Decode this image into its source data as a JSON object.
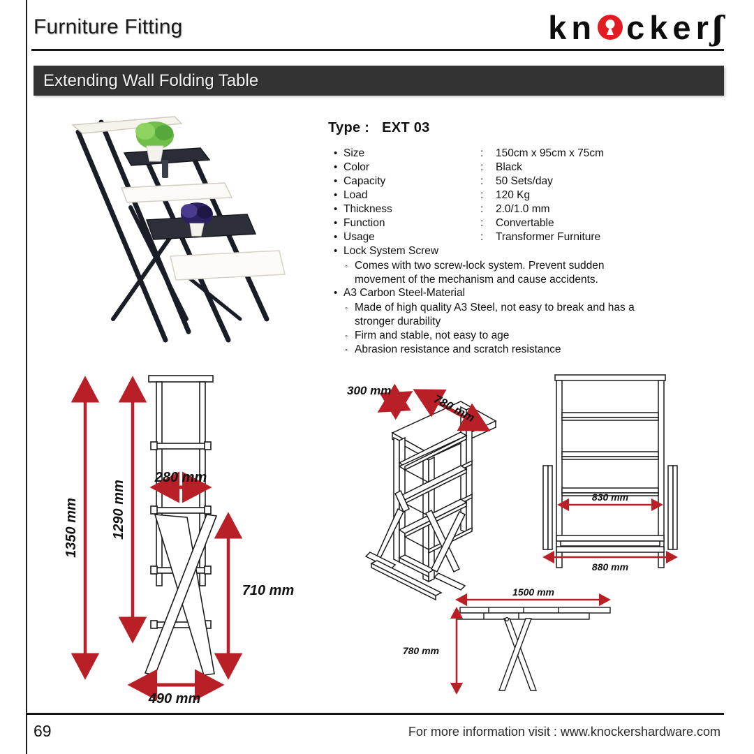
{
  "header": {
    "title": "Furniture Fitting",
    "logo": {
      "part1": "kn",
      "o_icon": "keyhole-circle",
      "part2": "cker",
      "tail": "ʃ",
      "brand_color": "#E11B22"
    }
  },
  "product_bar": {
    "title": "Extending Wall Folding Table",
    "bg_color": "#333333"
  },
  "photo": {
    "alt": "black folding wall table with four shelves and two potted plants"
  },
  "spec": {
    "type_label": "Type :",
    "type_value": "EXT 03",
    "rows": [
      {
        "key": "Size",
        "sep": ":",
        "value": "150cm x 95cm x 75cm"
      },
      {
        "key": "Color",
        "sep": ":",
        "value": "Black"
      },
      {
        "key": "Capacity",
        "sep": ":",
        "value": "50 Sets/day"
      },
      {
        "key": "Load",
        "sep": ":",
        "value": "120 Kg"
      },
      {
        "key": "Thickness",
        "sep": ":",
        "value": "2.0/1.0 mm"
      },
      {
        "key": "Function",
        "sep": ":",
        "value": "Convertable"
      },
      {
        "key": "Usage",
        "sep": ":",
        "value": "Transformer Furniture"
      }
    ],
    "features": [
      {
        "head": "Lock System Screw",
        "subs": [
          "Comes with two screw-lock system. Prevent sudden movement of the mechanism and cause accidents."
        ]
      },
      {
        "head": "A3 Carbon Steel-Material",
        "subs": [
          "Made of high quality A3 Steel, not easy to break and has a stronger durability",
          "Firm and stable, not easy to age",
          "Abrasion resistance and scratch resistance"
        ]
      }
    ]
  },
  "drawings": {
    "accent_color": "#B81F27",
    "side_view": {
      "name": "side-elevation",
      "dims": [
        {
          "label": "1350 mm",
          "orientation": "vertical"
        },
        {
          "label": "1290 mm",
          "orientation": "vertical"
        },
        {
          "label": "280 mm",
          "orientation": "horizontal"
        },
        {
          "label": "710 mm",
          "orientation": "vertical"
        },
        {
          "label": "490 mm",
          "orientation": "horizontal"
        }
      ]
    },
    "iso_view": {
      "name": "isometric-shelf",
      "dims": [
        {
          "label": "300 mm",
          "orientation": "diagonal"
        },
        {
          "label": "780 mm",
          "orientation": "diagonal"
        }
      ]
    },
    "front_view": {
      "name": "front-elevation",
      "dims": [
        {
          "label": "830 mm",
          "orientation": "horizontal"
        },
        {
          "label": "880 mm",
          "orientation": "horizontal"
        }
      ]
    },
    "table_view": {
      "name": "table-elevation",
      "dims": [
        {
          "label": "1500 mm",
          "orientation": "horizontal"
        },
        {
          "label": "780 mm",
          "orientation": "vertical"
        }
      ]
    }
  },
  "footer": {
    "page_number": "69",
    "note": "For more information visit : www.knockershardware.com"
  }
}
